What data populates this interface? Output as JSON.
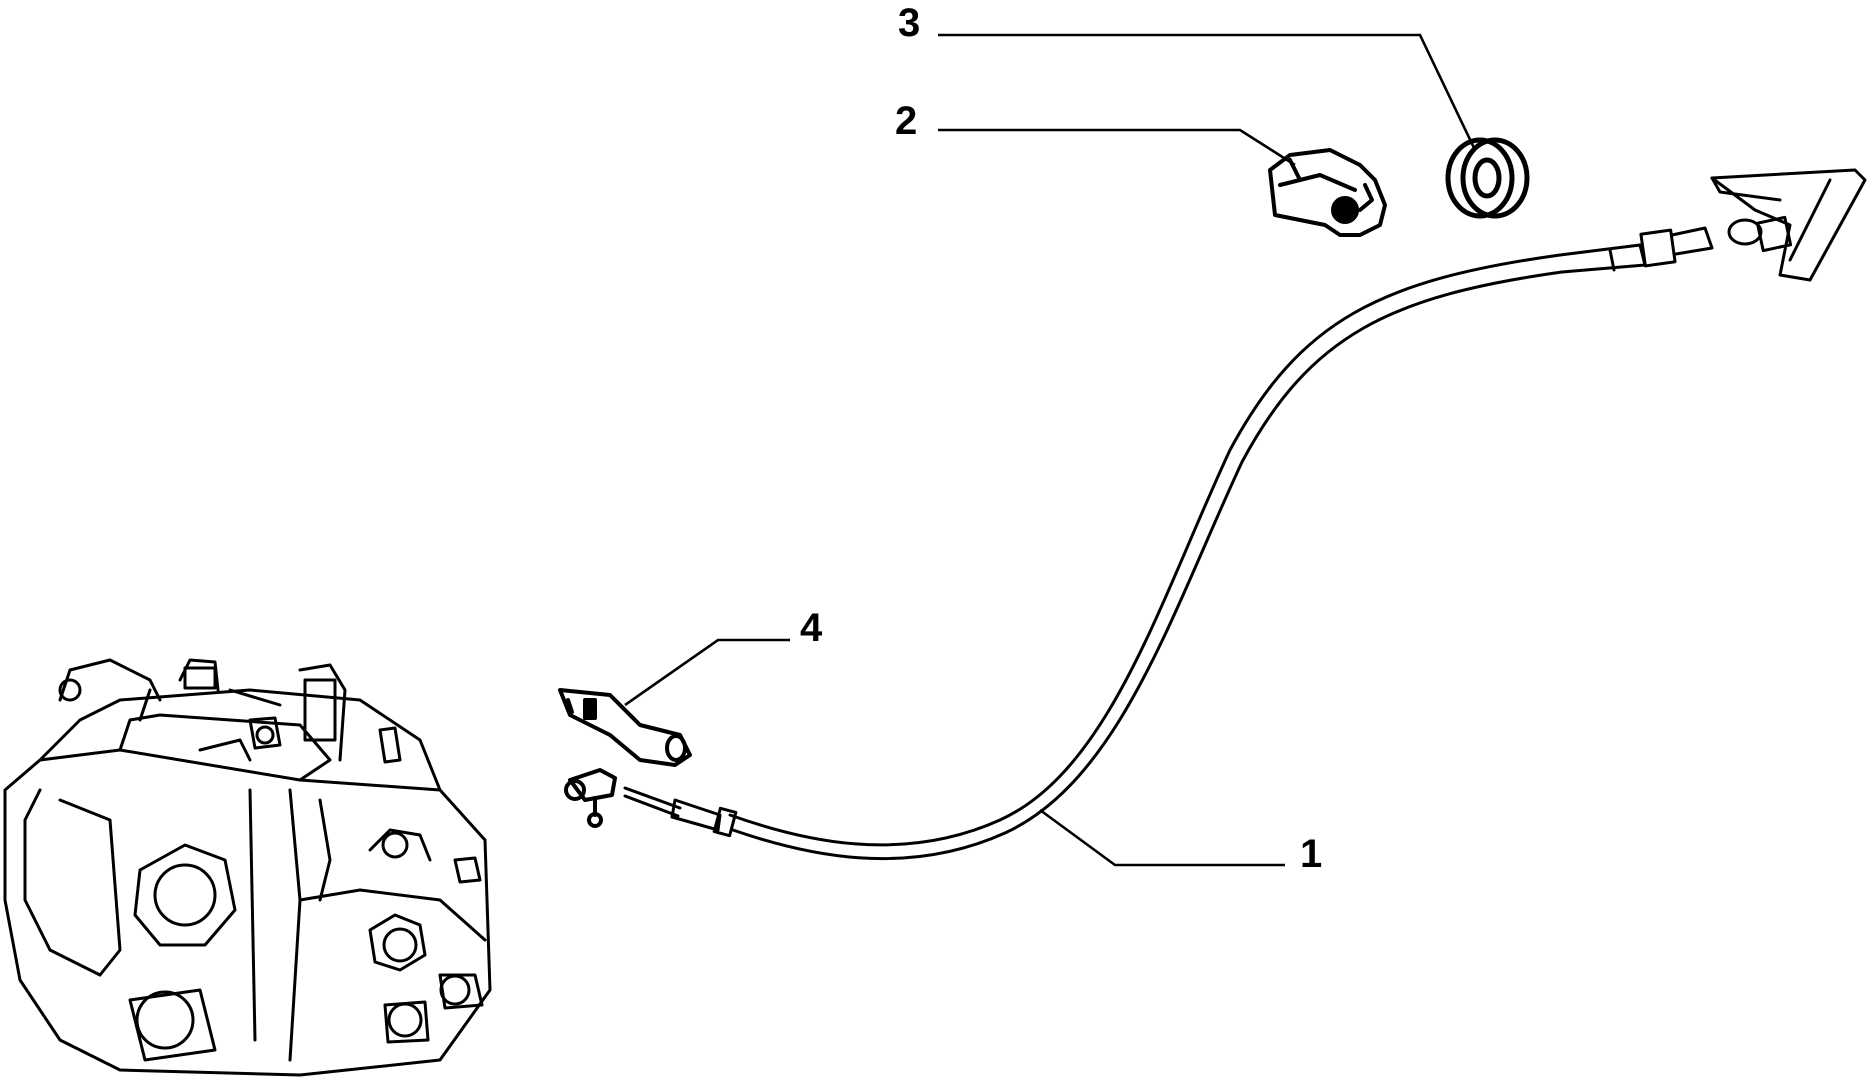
{
  "callouts": [
    {
      "number": "1",
      "part": "accelerator-cable"
    },
    {
      "number": "2",
      "part": "cable-clip"
    },
    {
      "number": "3",
      "part": "grommet"
    },
    {
      "number": "4",
      "part": "cable-end-fitting"
    }
  ],
  "colors": {
    "ink": "#000000",
    "background": "#ffffff"
  }
}
